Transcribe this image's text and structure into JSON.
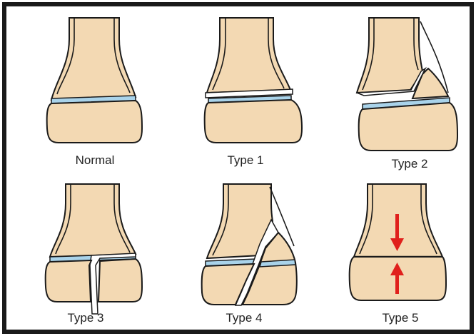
{
  "colors": {
    "frame": "#1a1a1a",
    "bone": "#f3d9b3",
    "bone_outline": "#1a1a1a",
    "growth_plate": "#a9d3ea",
    "fracture_gap": "#ffffff",
    "compression_arrow": "#e0201c"
  },
  "panels": [
    {
      "id": "normal",
      "label": "Normal"
    },
    {
      "id": "type1",
      "label": "Type 1"
    },
    {
      "id": "type2",
      "label": "Type 2"
    },
    {
      "id": "type3",
      "label": "Type 3"
    },
    {
      "id": "type4",
      "label": "Type 4"
    },
    {
      "id": "type5",
      "label": "Type 5"
    }
  ]
}
